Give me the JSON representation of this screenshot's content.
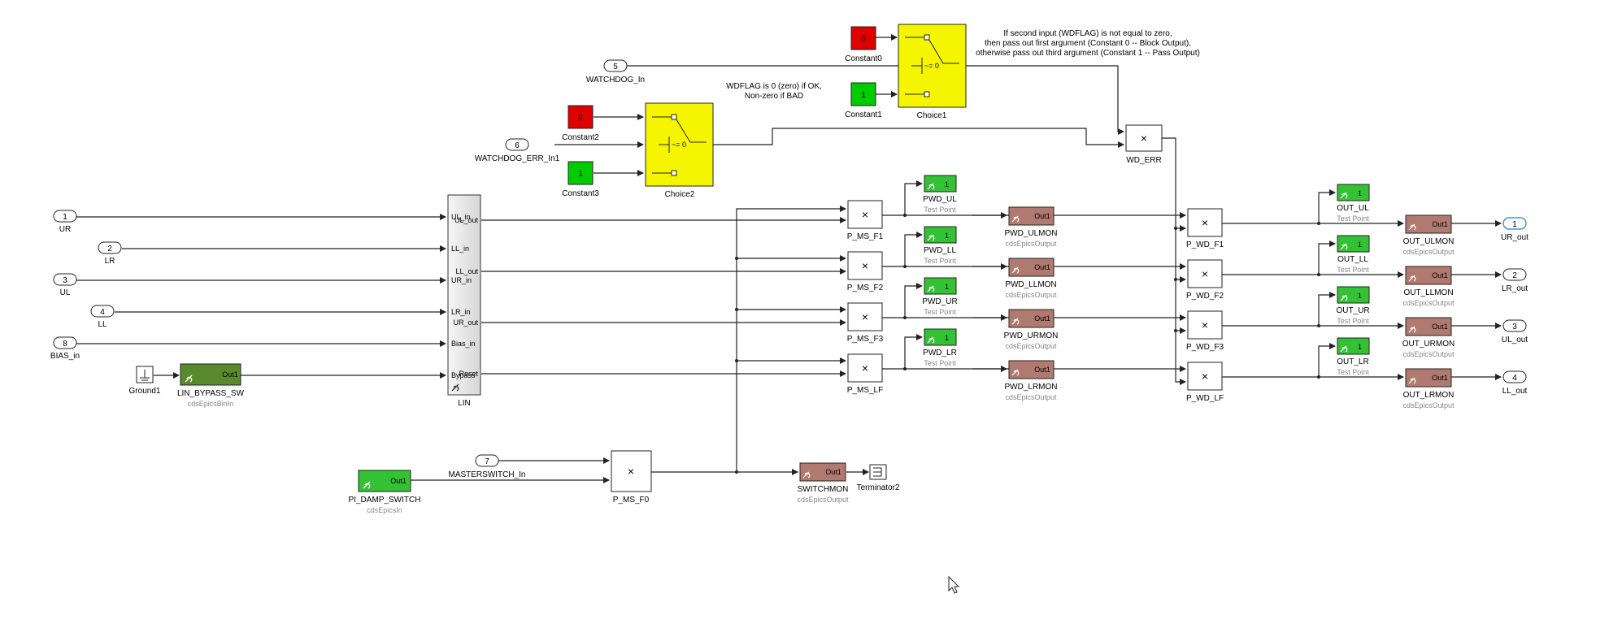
{
  "inports": [
    {
      "num": "1",
      "name": "UR"
    },
    {
      "num": "2",
      "name": "LR"
    },
    {
      "num": "3",
      "name": "UL"
    },
    {
      "num": "4",
      "name": "LL"
    },
    {
      "num": "8",
      "name": "BIAS_in"
    },
    {
      "num": "6",
      "name": "WATCHDOG_ERR_In1"
    },
    {
      "num": "5",
      "name": "WATCHDOG_In"
    },
    {
      "num": "7",
      "name": "MASTERSWITCH_In"
    }
  ],
  "outports": [
    {
      "num": "1",
      "name": "UR_out"
    },
    {
      "num": "2",
      "name": "LR_out"
    },
    {
      "num": "3",
      "name": "UL_out"
    },
    {
      "num": "4",
      "name": "LL_out"
    }
  ],
  "constants": [
    {
      "value": "0",
      "name": "Constant0",
      "color": "#e00000"
    },
    {
      "value": "1",
      "name": "Constant1",
      "color": "#00cc00"
    },
    {
      "value": "0",
      "name": "Constant2",
      "color": "#e00000"
    },
    {
      "value": "1",
      "name": "Constant3",
      "color": "#00cc00"
    }
  ],
  "switches": [
    {
      "name": "Choice1",
      "criterion": "~= 0",
      "color": "#f5f500"
    },
    {
      "name": "Choice2",
      "criterion": "~= 0",
      "color": "#f5f500"
    }
  ],
  "products": {
    "symbol": "×",
    "names": [
      "WD_ERR",
      "P_MS_F1",
      "P_MS_F2",
      "P_MS_F3",
      "P_MS_LF",
      "P_MS_F0",
      "P_WD_F1",
      "P_WD_F2",
      "P_WD_F3",
      "P_WD_LF"
    ]
  },
  "lin_block": {
    "name": "LIN",
    "inputs": [
      "UL_in",
      "LL_in",
      "UR_in",
      "LR_in",
      "Bias_in",
      "Bypass"
    ],
    "outputs": [
      "UL_out",
      "LL_out",
      "UR_out",
      "Reset"
    ]
  },
  "epics_inputs": [
    {
      "name": "LIN_BYPASS_SW",
      "type": "cdsEpicsBinIn",
      "port": "Out1",
      "color": "#5a8a2e"
    },
    {
      "name": "PI_DAMP_SWITCH",
      "type": "cdsEpicsIn",
      "port": "Out1",
      "color": "#33c233"
    }
  ],
  "test_points": {
    "port": "1",
    "caption": "Test Point",
    "names": [
      "PWD_UL",
      "PWD_LL",
      "PWD_UR",
      "PWD_LR",
      "OUT_UL",
      "OUT_LL",
      "OUT_UR",
      "OUT_LR"
    ]
  },
  "epics_outputs": {
    "port": "Out1",
    "type": "cdsEpicsOutput",
    "names": [
      "PWD_ULMON",
      "PWD_LLMON",
      "PWD_URMON",
      "PWD_LRMON",
      "SWITCHMON",
      "OUT_ULMON",
      "OUT_LLMON",
      "OUT_URMON",
      "OUT_LRMON"
    ]
  },
  "misc_blocks": {
    "ground": "Ground1",
    "terminator": "Terminator2"
  },
  "annotations": {
    "wdflag": [
      "WDFLAG is 0 (zero) if OK,",
      "Non-zero if BAD"
    ],
    "choice_note": [
      "If second input (WDFLAG) is not equal to zero,",
      "then pass out first argument (Constant 0 -- Block Output),",
      "otherwise pass out third argument (Constant 1 -- Pass Output)"
    ]
  },
  "colors": {
    "line": "#222222",
    "block_border": "#333333",
    "port_label_gray": "#888888",
    "testpoint_green": "#33c233",
    "epics_out": "#b07a70",
    "lin_block": "#e8e8e8",
    "selected_port": "#4a90d9"
  }
}
